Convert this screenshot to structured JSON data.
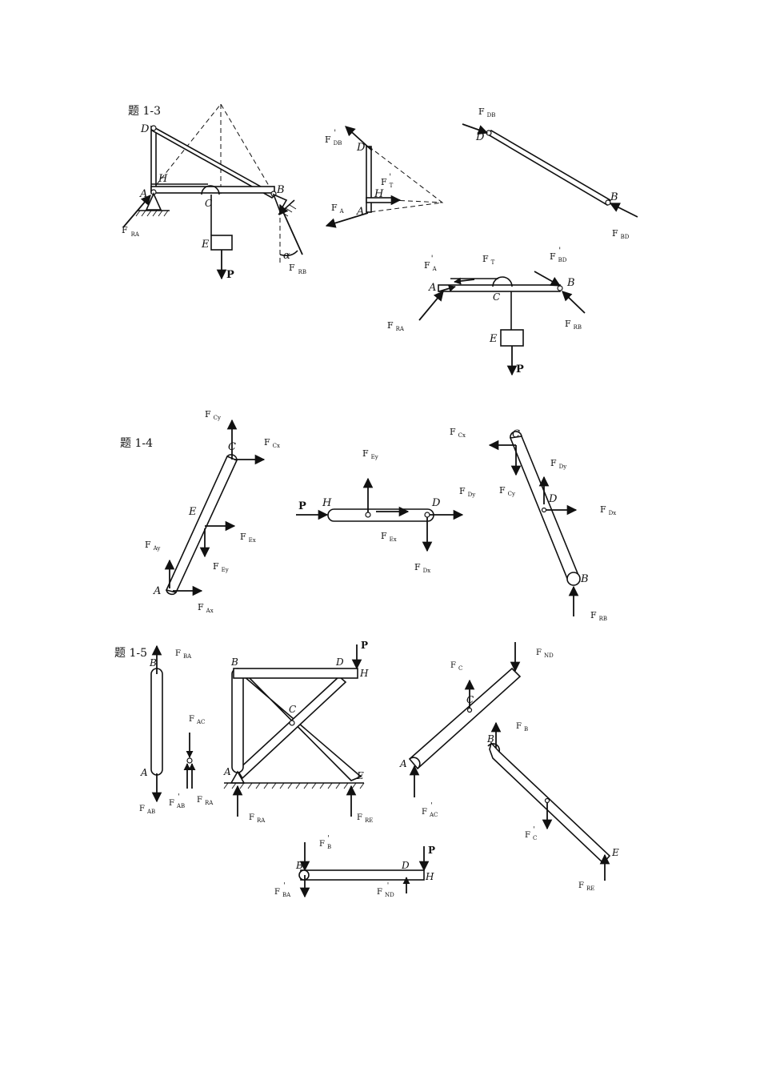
{
  "problems": {
    "p13": {
      "title": "题 1-3"
    },
    "p14": {
      "title": "题 1-4"
    },
    "p15": {
      "title": "题 1-5"
    }
  },
  "points": {
    "A": "A",
    "B": "B",
    "C": "C",
    "D": "D",
    "E": "E",
    "H": "H",
    "alpha": "α"
  },
  "forces": {
    "P": "P",
    "FRA": {
      "main": "F",
      "sub": "RA"
    },
    "FRB": {
      "main": "F",
      "sub": "RB"
    },
    "FRE": {
      "main": "F",
      "sub": "RE"
    },
    "FDB": {
      "main": "F",
      "sub": "DB"
    },
    "FDBp": {
      "main": "F",
      "sub": "DB",
      "prime": "'"
    },
    "FBD": {
      "main": "F",
      "sub": "BD"
    },
    "FBDp": {
      "main": "F",
      "sub": "BD",
      "prime": "'"
    },
    "FA": {
      "main": "F",
      "sub": "A"
    },
    "FAp": {
      "main": "F",
      "sub": "A",
      "prime": "'"
    },
    "FT": {
      "main": "F",
      "sub": "T"
    },
    "FTp": {
      "main": "F",
      "sub": "T",
      "prime": "'"
    },
    "FCy": {
      "main": "F",
      "sub": "Cy"
    },
    "FCx": {
      "main": "F",
      "sub": "Cx"
    },
    "FEx": {
      "main": "F",
      "sub": "Ex"
    },
    "FEy": {
      "main": "F",
      "sub": "Ey"
    },
    "FAy": {
      "main": "F",
      "sub": "Ay"
    },
    "FAx": {
      "main": "F",
      "sub": "Ax"
    },
    "FDy": {
      "main": "F",
      "sub": "Dy"
    },
    "FDx": {
      "main": "F",
      "sub": "Dx"
    },
    "FBA": {
      "main": "F",
      "sub": "BA"
    },
    "FBAp": {
      "main": "F",
      "sub": "BA",
      "prime": "'"
    },
    "FAB": {
      "main": "F",
      "sub": "AB"
    },
    "FABp": {
      "main": "F",
      "sub": "AB",
      "prime": "'"
    },
    "FAC": {
      "main": "F",
      "sub": "AC"
    },
    "FACp": {
      "main": "F",
      "sub": "AC",
      "prime": "'"
    },
    "FC": {
      "main": "F",
      "sub": "C"
    },
    "FCp": {
      "main": "F",
      "sub": "C",
      "prime": "'"
    },
    "FB": {
      "main": "F",
      "sub": "B"
    },
    "FBp": {
      "main": "F",
      "sub": "B",
      "prime": "'"
    },
    "FND": {
      "main": "F",
      "sub": "ND"
    },
    "FNDp": {
      "main": "F",
      "sub": "ND",
      "prime": "'"
    }
  }
}
